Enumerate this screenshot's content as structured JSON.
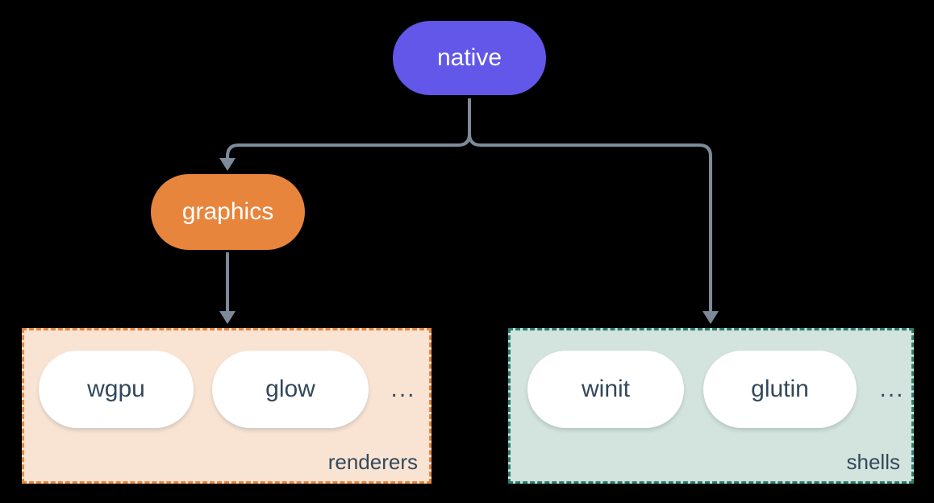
{
  "nodes": {
    "native": {
      "label": "native",
      "fill": "#6257e9",
      "text_color": "#ffffff"
    },
    "graphics": {
      "label": "graphics",
      "fill": "#e8853d",
      "text_color": "#ffffff"
    }
  },
  "groups": [
    {
      "name": "renderers",
      "label": "renderers",
      "items": [
        "wgpu",
        "glow"
      ],
      "ellipsis": "...",
      "fill": "#f9e4d4",
      "border_color": "#e8853d"
    },
    {
      "name": "shells",
      "label": "shells",
      "items": [
        "winit",
        "glutin"
      ],
      "ellipsis": "...",
      "fill": "#d3e3dd",
      "border_color": "#2b7f6f"
    }
  ],
  "colors": {
    "background": "#000000",
    "connector": "#7d8a99",
    "child_pill_fill": "#ffffff",
    "child_pill_text": "#33485a"
  }
}
